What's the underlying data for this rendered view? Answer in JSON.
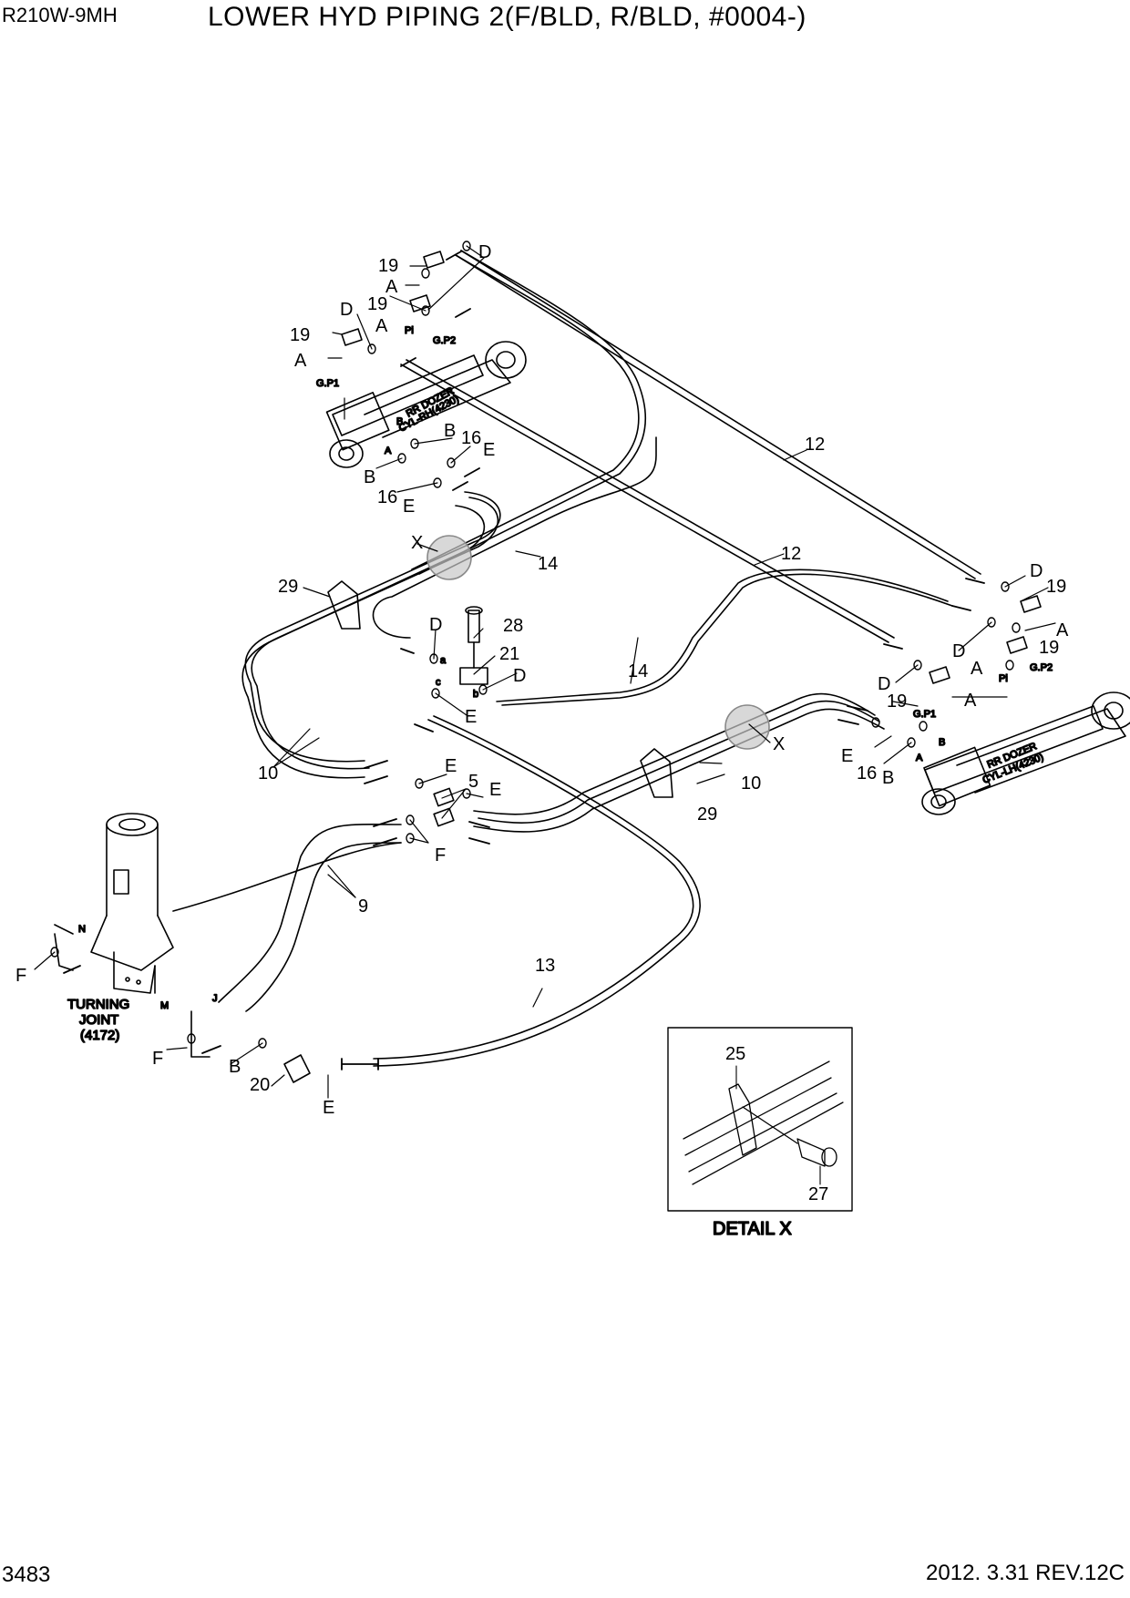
{
  "header": {
    "model": "R210W-9MH",
    "title": "LOWER HYD PIPING 2(F/BLD, R/BLD, #0004-)"
  },
  "footer": {
    "page_number": "3483",
    "revision": "2012. 3.31  REV.12C"
  },
  "components": {
    "turning_joint": [
      "TURNING",
      "JOINT",
      "(4172)"
    ],
    "dozer_cyl_rh": [
      "RR DOZER",
      "CYL-RH(4230)"
    ],
    "dozer_cyl_lh": [
      "RR DOZER",
      "CYL-LH(4230)"
    ]
  },
  "detail": {
    "caption": "DETAIL  X"
  },
  "callouts": {
    "p19a": "19",
    "pDa": "D",
    "pAa": "A",
    "p19b": "19",
    "pAb": "A",
    "pDb": "D",
    "p19c": "19",
    "pAc": "A",
    "pB1": "B",
    "pB2": "B",
    "p16a": "16",
    "pE1": "E",
    "p16b": "16",
    "pE2": "E",
    "pX1": "X",
    "p14a": "14",
    "p12a": "12",
    "p12b": "12",
    "p29a": "29",
    "pD3": "D",
    "p28": "28",
    "p21": "21",
    "pD4": "D",
    "p14b": "14",
    "pE3": "E",
    "pD5": "D",
    "p19d": "19",
    "pAd": "A",
    "pD6": "D",
    "p19e": "19",
    "pAe": "A",
    "pD7": "D",
    "p19f": "19",
    "pAf": "A",
    "pX2": "X",
    "pE4": "E",
    "p16c": "16",
    "pB3": "B",
    "p10b": "10",
    "p29b": "29",
    "p10a": "10",
    "pE5": "E",
    "p5": "5",
    "pE6": "E",
    "pF1": "F",
    "p9": "9",
    "pF2": "F",
    "pF3": "F",
    "pB4": "B",
    "p20": "20",
    "pE7": "E",
    "p13": "13",
    "p25": "25",
    "p27": "27"
  },
  "port_labels": {
    "gp1_rh": "G.P1",
    "gp2_rh": "G.P2",
    "pi_rh": "Pi",
    "a_rh": "A",
    "b_rh": "B",
    "gp1_lh": "G.P1",
    "gp2_lh": "G.P2",
    "pi_lh": "Pi",
    "a_lh": "A",
    "b_lh": "B",
    "tee_a": "a",
    "tee_b": "b",
    "tee_c": "c",
    "tj_n": "N",
    "tj_m": "M",
    "tj_j": "J"
  }
}
